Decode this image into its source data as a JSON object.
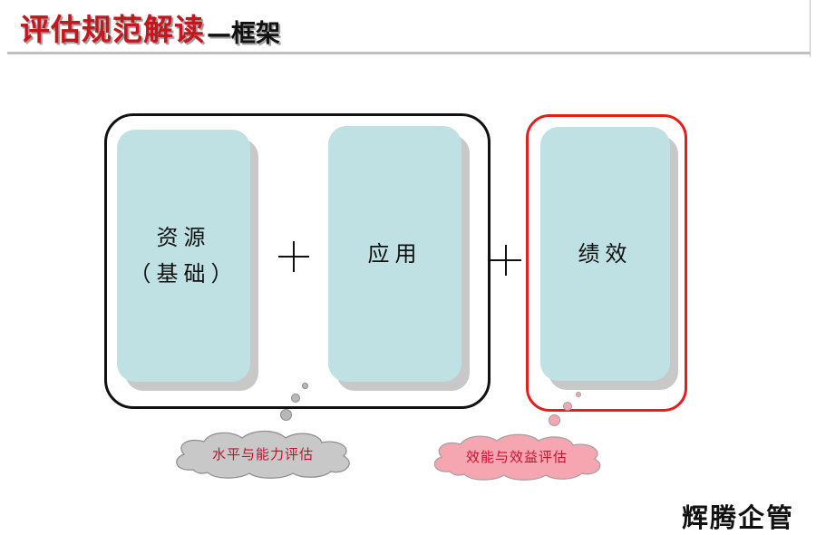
{
  "header": {
    "title_main": "评估规范解读",
    "title_sub": "—框架"
  },
  "diagram": {
    "cards": [
      {
        "label": "资源\n（基础）"
      },
      {
        "label": "应用"
      },
      {
        "label": "绩效"
      }
    ],
    "operators": [
      "+",
      "+"
    ],
    "callouts": [
      {
        "label": "水平与能力评估",
        "fill": "#c8c8c8"
      },
      {
        "label": "效能与效益评估",
        "fill": "#f5a6b0"
      }
    ],
    "colors": {
      "title_red": "#c4161c",
      "card_fill": "#bfe1e3",
      "group_black": "#111111",
      "group_red": "#e41e1e",
      "callout_text": "#c8102e"
    }
  },
  "footer": {
    "corner_text": "辉腾企管"
  }
}
